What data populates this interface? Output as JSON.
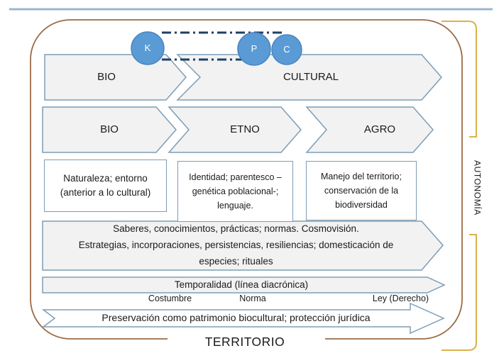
{
  "connectors": {
    "k": "K",
    "p": "P",
    "c": "C"
  },
  "row1": {
    "bio": "BIO",
    "cultural": "CULTURAL"
  },
  "row2": {
    "bio": "BIO",
    "etno": "ETNO",
    "agro": "AGRO"
  },
  "boxes": {
    "naturaleza": [
      "Naturaleza; entorno",
      "(anterior a lo cultural)"
    ],
    "identidad": [
      "Identidad; parentesco –",
      "genética poblacional-;",
      "lenguaje."
    ],
    "manejo": [
      "Manejo del territorio;",
      "conservación de la",
      "biodiversidad"
    ]
  },
  "arrows": {
    "saberes": [
      "Saberes, conocimientos, prácticas; normas. Cosmovisión.",
      "Estrategias, incorporaciones, persistencias, resiliencias; domesticación de",
      "especies; rituales"
    ],
    "temporalidad": "Temporalidad (línea diacrónica)",
    "preservacion": "Preservación como patrimonio biocultural; protección jurídica"
  },
  "timeline": {
    "costumbre": "Costumbre",
    "norma": "Norma",
    "ley": "Ley (Derecho)"
  },
  "territorio": "TERRITORIO",
  "autonomia": "AUTONOMÍA",
  "colors": {
    "circle_fill": "#5b9bd5",
    "circle_border": "#4a84c0",
    "arrow_fill": "#f2f2f2",
    "arrow_border": "#7e9db5",
    "frame_brown": "#9c6b45",
    "bracket_gold": "#d9b24b",
    "dash_navy": "#1f3f66",
    "top_rule_blue": "#9db4ce"
  }
}
